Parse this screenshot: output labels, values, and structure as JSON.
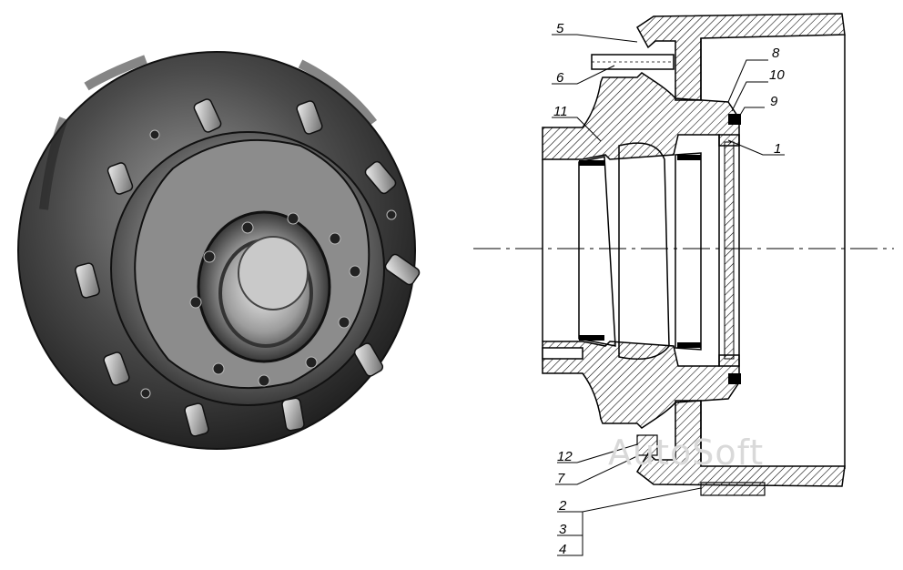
{
  "watermark": "AutoSoft",
  "callouts": [
    {
      "id": "5",
      "label": "5"
    },
    {
      "id": "6",
      "label": "6"
    },
    {
      "id": "8",
      "label": "8"
    },
    {
      "id": "10",
      "label": "10"
    },
    {
      "id": "11",
      "label": "11"
    },
    {
      "id": "9",
      "label": "9"
    },
    {
      "id": "1",
      "label": "1"
    },
    {
      "id": "12",
      "label": "12"
    },
    {
      "id": "7",
      "label": "7"
    },
    {
      "id": "2",
      "label": "2"
    },
    {
      "id": "3",
      "label": "3"
    },
    {
      "id": "4",
      "label": "4"
    }
  ],
  "colors": {
    "ink": "#000000",
    "hatch": "#000000",
    "metal_dark": "#2b2b2b",
    "metal_mid": "#6e6e6e",
    "metal_light": "#bdbdbd"
  }
}
